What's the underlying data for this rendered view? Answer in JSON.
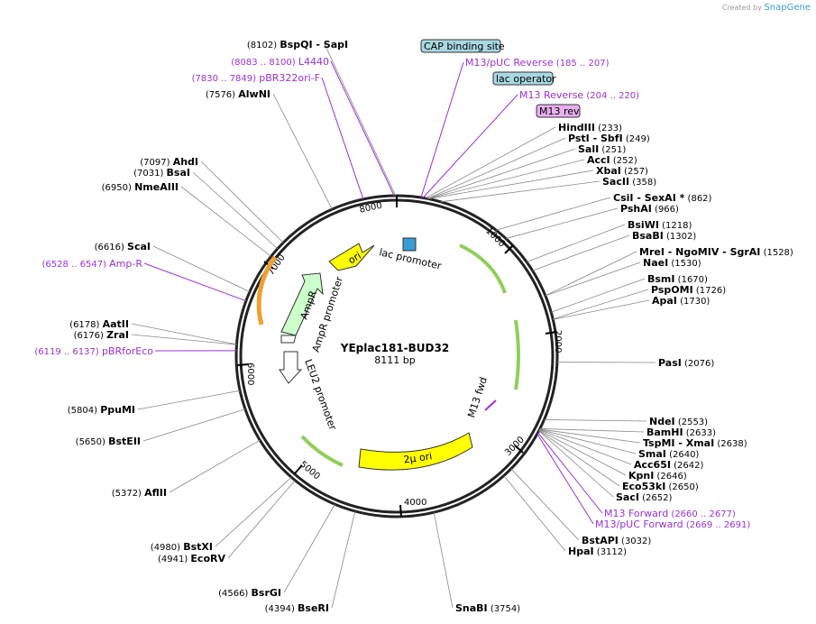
{
  "credit": {
    "created_by": "Created by",
    "brand": "SnapGene"
  },
  "plasmid": {
    "name": "YEplac181-BUD32",
    "length_label": "8111 bp"
  },
  "ticks": [
    "1000",
    "2000",
    "3000",
    "4000",
    "5000",
    "6000",
    "7000",
    "8000"
  ],
  "sites": [
    {
      "name": "BspQI",
      "pos": "(8102)",
      "suffix": " - SapI"
    },
    {
      "name": "AlwNI",
      "pos": "(7576)"
    },
    {
      "name": "AhdI",
      "pos": "(7097)"
    },
    {
      "name": "BsaI",
      "pos": "(7031)"
    },
    {
      "name": "NmeAIII",
      "pos": "(6950)"
    },
    {
      "name": "ScaI",
      "pos": "(6616)"
    },
    {
      "name": "AatII",
      "pos": "(6178)"
    },
    {
      "name": "ZraI",
      "pos": "(6176)"
    },
    {
      "name": "PpuMI",
      "pos": "(5804)"
    },
    {
      "name": "BstEII",
      "pos": "(5650)"
    },
    {
      "name": "AflII",
      "pos": "(5372)"
    },
    {
      "name": "BstXI",
      "pos": "(4980)"
    },
    {
      "name": "EcoRV",
      "pos": "(4941)"
    },
    {
      "name": "BsrGI",
      "pos": "(4566)"
    },
    {
      "name": "BseRI",
      "pos": "(4394)"
    },
    {
      "name": "SnaBI",
      "pos": "(3754)"
    },
    {
      "name": "HpaI",
      "pos": "(3112)"
    },
    {
      "name": "BstAPI",
      "pos": "(3032)"
    },
    {
      "name": "SacI",
      "pos": "(2652)"
    },
    {
      "name": "Eco53kI",
      "pos": "(2650)"
    },
    {
      "name": "KpnI",
      "pos": "(2646)"
    },
    {
      "name": "Acc65I",
      "pos": "(2642)"
    },
    {
      "name": "SmaI",
      "pos": "(2640)"
    },
    {
      "name": "TspMI",
      "pos": "(2638)",
      "suffix": " - XmaI"
    },
    {
      "name": "BamHI",
      "pos": "(2633)"
    },
    {
      "name": "NdeI",
      "pos": "(2553)"
    },
    {
      "name": "PasI",
      "pos": "(2076)"
    },
    {
      "name": "ApaI",
      "pos": "(1730)"
    },
    {
      "name": "PspOMI",
      "pos": "(1726)"
    },
    {
      "name": "BsmI",
      "pos": "(1670)"
    },
    {
      "name": "NaeI",
      "pos": "(1530)"
    },
    {
      "name": "MreI",
      "pos": "(1528)",
      "suffix": " - NgoMIV - SgrAI"
    },
    {
      "name": "BsaBI",
      "pos": "(1302)"
    },
    {
      "name": "BsiWI",
      "pos": "(1218)"
    },
    {
      "name": "PshAI",
      "pos": "(966)"
    },
    {
      "name": "CsiI",
      "pos": "(862)",
      "suffix": " - SexAI *"
    },
    {
      "name": "SacII",
      "pos": "(358)"
    },
    {
      "name": "XbaI",
      "pos": "(257)"
    },
    {
      "name": "AccI",
      "pos": "(252)"
    },
    {
      "name": "SalI",
      "pos": "(251)"
    },
    {
      "name": "PstI",
      "pos": "(249)",
      "suffix": " - SbfI"
    },
    {
      "name": "HindIII",
      "pos": "(233)"
    }
  ],
  "primers": [
    {
      "name": "L4440",
      "pos": "(8083 .. 8100)"
    },
    {
      "name": "pBR322ori-F",
      "pos": "(7830 .. 7849)"
    },
    {
      "name": "Amp-R",
      "pos": "(6528 .. 6547)"
    },
    {
      "name": "pBRforEco",
      "pos": "(6119 .. 6137)"
    },
    {
      "name": "M13/pUC Reverse",
      "pos": "(185 .. 207)"
    },
    {
      "name": "M13 Reverse",
      "pos": "(204 .. 220)"
    },
    {
      "name": "M13 Forward",
      "pos": "(2660 .. 2677)"
    },
    {
      "name": "M13/pUC Forward",
      "pos": "(2669 .. 2691)"
    }
  ],
  "boxed_labels": {
    "cap": "CAP binding site",
    "lacop": "lac operator",
    "m13rev": "M13 rev"
  },
  "features": {
    "ori": "ori",
    "lac_promoter": "lac promoter",
    "ampr": "AmpR",
    "ampr_promoter": "AmpR promoter",
    "leu2_promoter": "LEU2 promoter",
    "two_micron": "2µ ori",
    "m13_fwd": "M13 fwd"
  },
  "colors": {
    "primer": "#9b30d9",
    "ori": "#ffff00",
    "ampr": "#ccffcc",
    "green_arrow": "#8fce5a",
    "orange": "#f0a030",
    "box": "#a8d8e0",
    "m13box": "#e8b0f0"
  }
}
